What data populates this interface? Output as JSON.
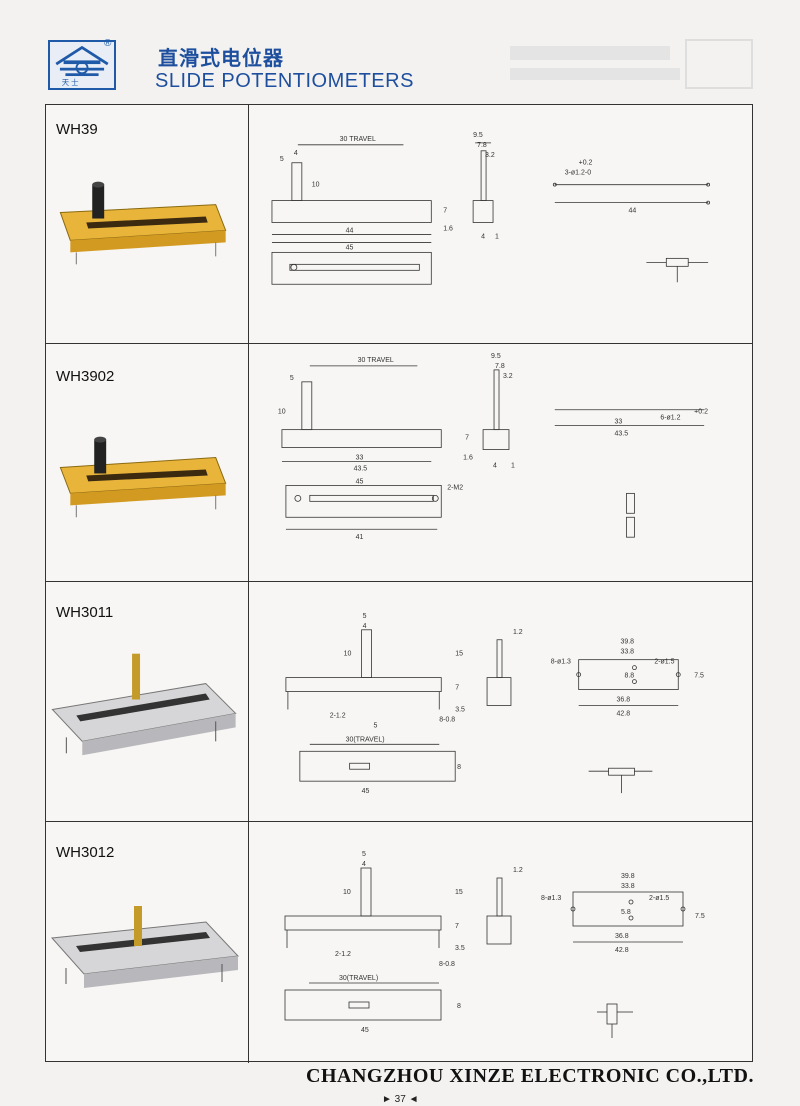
{
  "header": {
    "title_cn": "直滑式电位器",
    "title_en": "SLIDE POTENTIOMETERS",
    "logo_text": "天 士",
    "reg_mark": "®"
  },
  "products": [
    {
      "model": "WH39",
      "dims": {
        "travel": "30 TRAVEL",
        "d5": "5",
        "d4": "4",
        "d10": "10",
        "d44": "44",
        "d45": "45",
        "w95": "9.5",
        "w78": "7.8",
        "w32": "3.2",
        "h7": "7",
        "h16": "1.6",
        "b4": "4",
        "b1": "1",
        "tol": "+0.2",
        "hole": "3-ø1.2-0",
        "c44": "44"
      }
    },
    {
      "model": "WH3902",
      "dims": {
        "travel": "30 TRAVEL",
        "d5": "5",
        "d10": "10",
        "d33": "33",
        "d435": "43.5",
        "d45": "45",
        "d41": "41",
        "m2": "2-M2",
        "w95": "9.5",
        "w78": "7.8",
        "w32": "3.2",
        "h7": "7",
        "h16": "1.6",
        "b4": "4",
        "b1": "1",
        "c33": "33",
        "c435": "43.5",
        "hole": "6-ø1.2",
        "tol": "+0.2"
      }
    },
    {
      "model": "WH3011",
      "dims": {
        "d5": "5",
        "d4": "4",
        "d10": "10",
        "d15": "15",
        "d7": "7",
        "d35": "3.5",
        "p12": "2-1.2",
        "p5": "5",
        "p08": "8-0.8",
        "w12": "1.2",
        "travel": "30(TRAVEL)",
        "d8": "8",
        "d45": "45",
        "c398": "39.8",
        "c338": "33.8",
        "h13": "8-ø1.3",
        "h15": "2-ø1.5",
        "c75": "7.5",
        "c88": "8.8",
        "c368": "36.8",
        "c428": "42.8"
      }
    },
    {
      "model": "WH3012",
      "dims": {
        "d5": "5",
        "d4": "4",
        "d10": "10",
        "d15": "15",
        "d7": "7",
        "d35": "3.5",
        "p12": "2-1.2",
        "p08": "8-0.8",
        "w12": "1.2",
        "travel": "30(TRAVEL)",
        "d8": "8",
        "d45": "45",
        "c398": "39.8",
        "c338": "33.8",
        "h13": "8-ø1.3",
        "h15": "2-ø1.5",
        "c75": "7.5",
        "c58": "5.8",
        "c368": "36.8",
        "c428": "42.8"
      }
    }
  ],
  "footer": {
    "company": "CHANGZHOU XINZE ELECTRONIC CO.,LTD.",
    "page_number": "► 37 ◄"
  }
}
